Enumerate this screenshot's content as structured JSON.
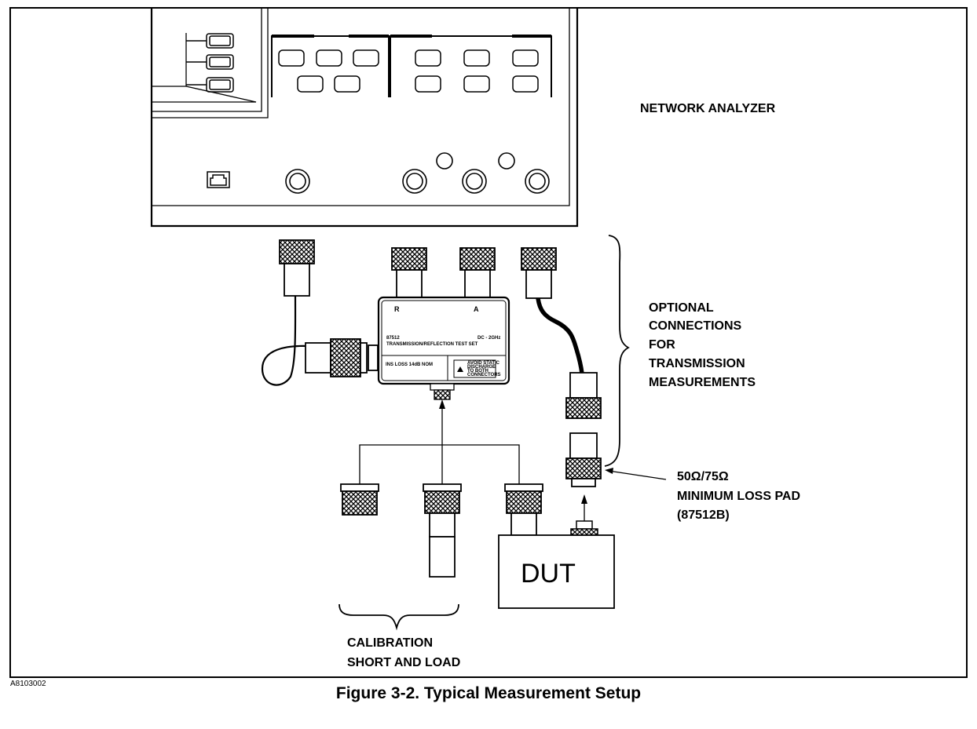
{
  "labels": {
    "network_analyzer": "NETWORK ANALYZER",
    "optional": [
      "OPTIONAL",
      "CONNECTIONS",
      "FOR",
      "TRANSMISSION",
      "MEASUREMENTS"
    ],
    "pad": [
      "50Ω/75Ω",
      "MINIMUM LOSS PAD",
      "(87512B)"
    ],
    "calibration": [
      "CALIBRATION",
      "SHORT AND LOAD"
    ],
    "dut": "DUT"
  },
  "test_set": {
    "port_r": "R",
    "port_a": "A",
    "model": "87512",
    "range": "DC - 2GHz",
    "name": "TRANSMISSION/REFLECTION TEST SET",
    "loss": "INS LOSS 14dB NOM",
    "warning": [
      "AVOID STATIC",
      "DISCHARGE",
      "TO BOTH",
      "CONNECTORS"
    ]
  },
  "figure_id": "A8103002",
  "caption": "Figure 3-2. Typical Measurement Setup"
}
